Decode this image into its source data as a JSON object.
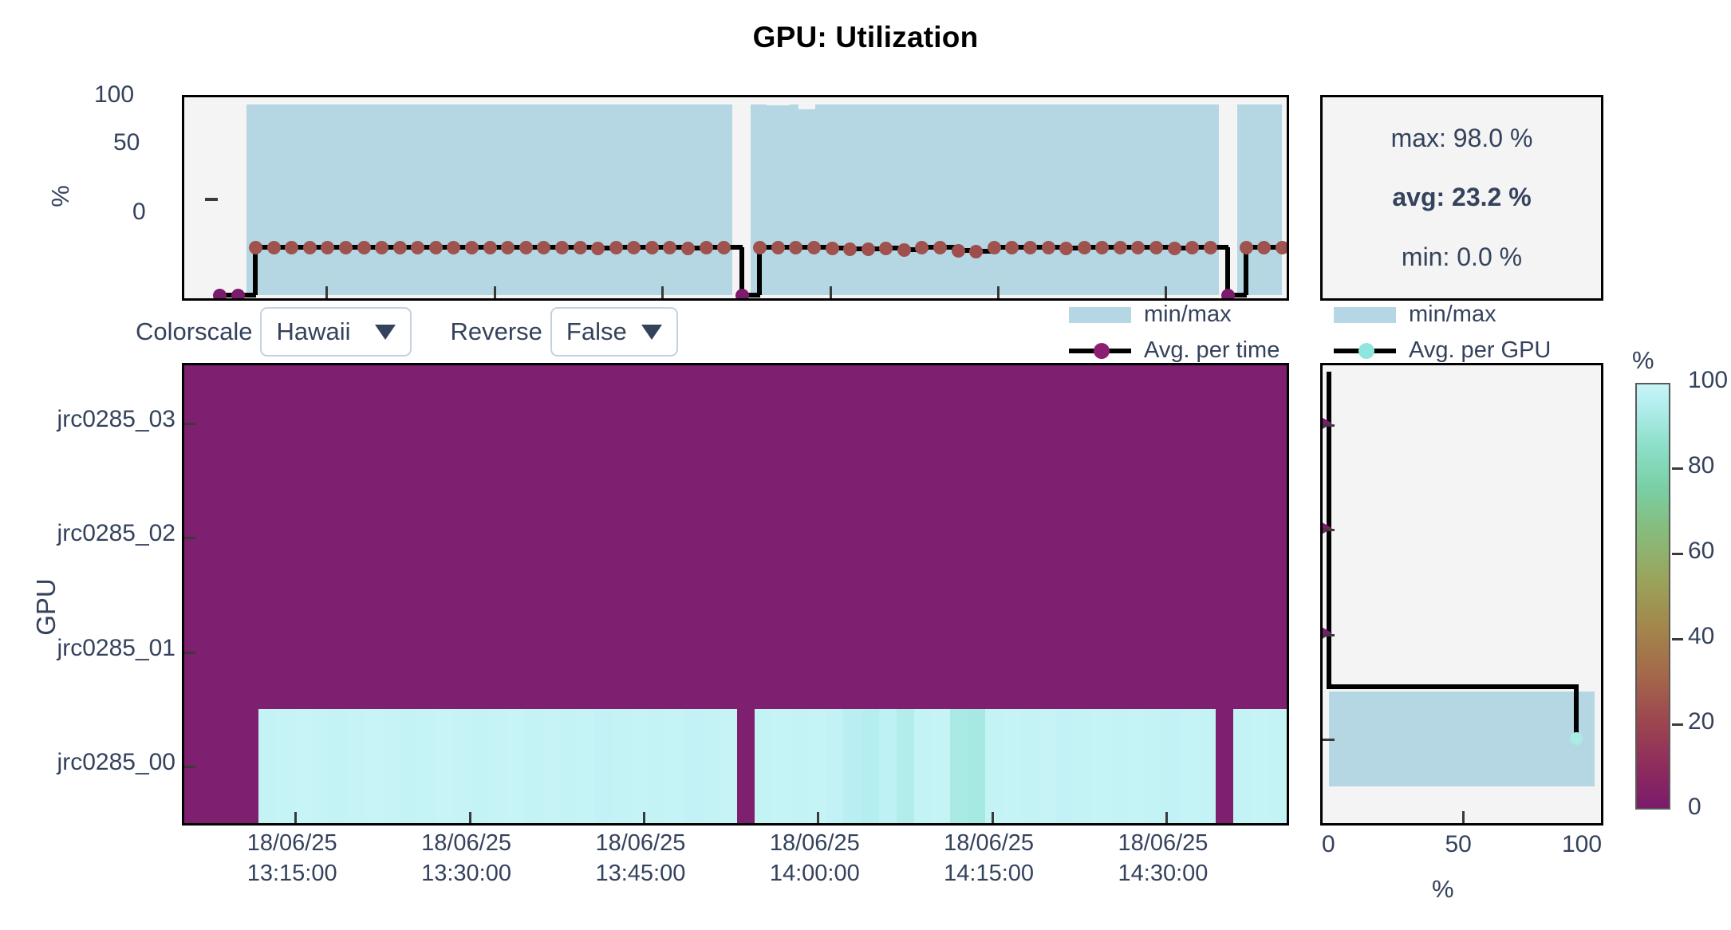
{
  "title": "GPU: Utilization",
  "stats": {
    "max": "max: 98.0 %",
    "avg": "avg: 23.2 %",
    "min": "min: 0.0 %"
  },
  "controls": {
    "colorscale_label": "Colorscale",
    "colorscale_value": "Hawaii",
    "reverse_label": "Reverse",
    "reverse_value": "False",
    "caret_icon": "chevron-down-icon"
  },
  "legend_time": {
    "minmax": "min/max",
    "avg": "Avg. per time"
  },
  "legend_gpu": {
    "minmax": "min/max",
    "avg": "Avg. per GPU"
  },
  "top_panel": {
    "ylabel": "%",
    "yticks": [
      "100",
      "50",
      "0"
    ]
  },
  "heatmap": {
    "ylabel": "GPU",
    "ygpus": [
      "jrc0285_03",
      "jrc0285_02",
      "jrc0285_01",
      "jrc0285_00"
    ],
    "xticks": [
      {
        "date": "18/06/25",
        "time": "13:15:00"
      },
      {
        "date": "18/06/25",
        "time": "13:30:00"
      },
      {
        "date": "18/06/25",
        "time": "13:45:00"
      },
      {
        "date": "18/06/25",
        "time": "14:00:00"
      },
      {
        "date": "18/06/25",
        "time": "14:15:00"
      },
      {
        "date": "18/06/25",
        "time": "14:30:00"
      }
    ]
  },
  "gpu_panel": {
    "xticks": [
      "0",
      "50",
      "100"
    ],
    "xlabel": "%"
  },
  "colorbar": {
    "title": "%",
    "ticks": [
      "100",
      "80",
      "60",
      "40",
      "20",
      "0"
    ],
    "name": "Hawaii"
  },
  "colors": {
    "text": "#34425c",
    "minmax_band": "#b4d7e3",
    "avg_line": "#000000",
    "marker_time": "#8d4a3f",
    "marker_zero": "#8c1f72",
    "marker_gpu_high": "#8ee6de",
    "heat_low": "#7f1f6f",
    "heat_high": "#b3ecf0",
    "panel_bg": "#f4f4f4",
    "border": "#000000"
  },
  "chart_data": {
    "type": "heatmap",
    "title": "GPU: Utilization",
    "xlabel": "",
    "ylabel": "GPU",
    "zlabel": "%",
    "zlim": [
      0,
      100
    ],
    "colorscale": "Hawaii",
    "reverse": false,
    "y_categories": [
      "jrc0285_00",
      "jrc0285_01",
      "jrc0285_02",
      "jrc0285_03"
    ],
    "x_range": [
      "18/06/25 13:08:00",
      "18/06/25 14:36:00"
    ],
    "summary": {
      "max": 98.0,
      "avg": 23.2,
      "min": 0.0
    },
    "avg_per_gpu": {
      "categories": [
        "jrc0285_00",
        "jrc0285_01",
        "jrc0285_02",
        "jrc0285_03"
      ],
      "values": [
        93.0,
        0.0,
        0.0,
        0.0
      ],
      "min": [
        0.0,
        0.0,
        0.0,
        0.0
      ],
      "max": [
        98.0,
        0.0,
        0.0,
        0.0
      ]
    },
    "avg_per_time": {
      "ylim": [
        0,
        100
      ],
      "yticks": [
        0,
        50,
        100
      ],
      "xticks": [
        "13:15:00",
        "13:30:00",
        "13:45:00",
        "14:00:00",
        "14:15:00",
        "14:30:00"
      ],
      "x": [
        0.0,
        1.5,
        3.0,
        4.5,
        6.0,
        7.5,
        9.0,
        10.5,
        12.0,
        13.5,
        15.0,
        16.5,
        18.0,
        19.5,
        21.0,
        22.5,
        24.0,
        25.5,
        27.0,
        28.5,
        30.0,
        31.5,
        33.0,
        34.5,
        36.0,
        37.5,
        39.0,
        40.5,
        42.0,
        43.5,
        45.0,
        46.5,
        48.0,
        49.5,
        51.0,
        52.5,
        54.0,
        55.5,
        57.0,
        58.5,
        60.0,
        61.5,
        63.0,
        64.5,
        66.0,
        67.5,
        69.0,
        70.5,
        72.0,
        73.5,
        75.0,
        76.5,
        78.0,
        79.5,
        81.0,
        82.5,
        84.0,
        85.5,
        87.0,
        88.5
      ],
      "avg": [
        0.0,
        0.0,
        24.4,
        24.5,
        24.6,
        24.5,
        24.4,
        24.5,
        24.6,
        24.5,
        24.4,
        24.5,
        24.6,
        24.5,
        24.4,
        24.5,
        24.6,
        24.4,
        24.5,
        24.4,
        24.5,
        24.3,
        24.4,
        24.5,
        24.4,
        24.5,
        24.3,
        24.4,
        24.5,
        0.0,
        24.4,
        24.5,
        24.4,
        24.5,
        24.3,
        23.8,
        23.6,
        24.1,
        23.4,
        24.4,
        24.5,
        22.9,
        22.7,
        24.4,
        24.5,
        24.4,
        24.5,
        24.3,
        24.4,
        24.5,
        24.4,
        24.5,
        24.4,
        24.3,
        24.5,
        24.4,
        0.0,
        24.4,
        24.5,
        24.4
      ],
      "band_min": 0.0,
      "band_max": 98.0
    }
  }
}
